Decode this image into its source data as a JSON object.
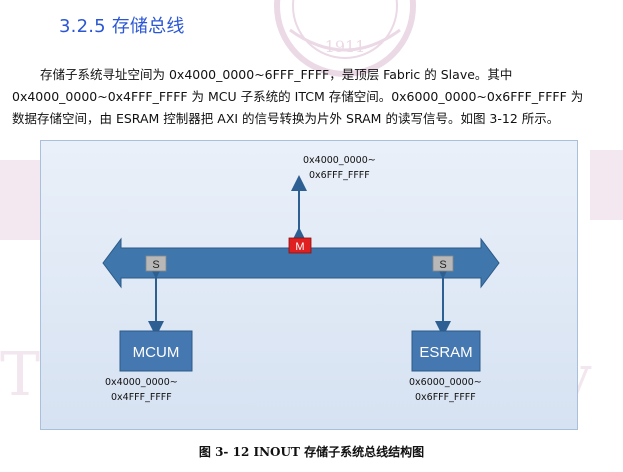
{
  "section": {
    "heading": "3.2.5 存储总线"
  },
  "paragraph": {
    "line1": "存储子系统寻址空间为 0x4000_0000~6FFF_FFFF，是顶层 Fabric 的 Slave。其中",
    "line2": "0x4000_0000~0x4FFF_FFFF 为 MCU 子系统的 ITCM 存储空间。0x6000_0000~0x6FFF_FFFF 为",
    "line3": "数据存储空间，由 ESRAM 控制器把 AXI 的信号转换为片外 SRAM 的读写信号。如图 3-12 所示。"
  },
  "figure": {
    "master": {
      "port_label": "M",
      "addr_line1": "0x4000_0000~",
      "addr_line2": "0x6FFF_FFFF"
    },
    "slave_left": {
      "port_label": "S",
      "block_label": "MCUM",
      "addr_line1": "0x4000_0000~",
      "addr_line2": "0x4FFF_FFFF"
    },
    "slave_right": {
      "port_label": "S",
      "block_label": "ESRAM",
      "addr_line1": "0x6000_0000~",
      "addr_line2": "0x6FFF_FFFF"
    },
    "colors": {
      "bus": "#3f77ad",
      "block": "#4577b0",
      "master_port": "#e02020",
      "slave_port": "#b8b8b8",
      "background": "#dce6f3"
    }
  },
  "caption": "图 3- 12    INOUT  存储子系统总线结构图",
  "watermark": {
    "seal_text": "1911"
  }
}
